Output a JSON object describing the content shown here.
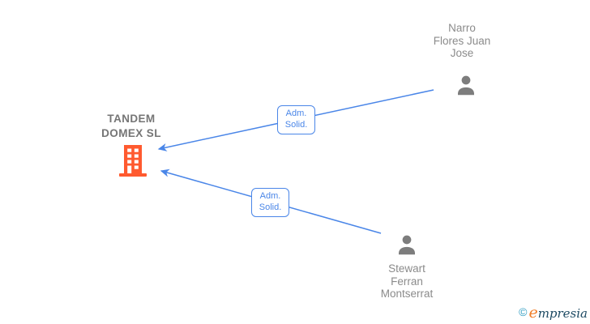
{
  "colors": {
    "background": "#ffffff",
    "edge_blue": "#4a86e8",
    "label_blue": "#4a86e8",
    "building_orange": "#ff5a2f",
    "person_gray": "#7d7d7d",
    "company_text_gray": "#757575",
    "person_text_gray": "#8b8b8b",
    "logo_copyright_blue": "#2d9bc1",
    "logo_e_orange": "#f07d28",
    "logo_text_navy": "#1d4a63"
  },
  "company": {
    "name_lines": [
      "TANDEM",
      "DOMEX SL"
    ]
  },
  "people": [
    {
      "name_lines": [
        "Narro",
        "Flores Juan",
        "Jose"
      ]
    },
    {
      "name_lines": [
        "Stewart",
        "Ferran",
        "Montserrat"
      ]
    }
  ],
  "edges": [
    {
      "label_lines": [
        "Adm.",
        "Solid."
      ],
      "from": "Narro Flores Juan Jose",
      "to": "TANDEM DOMEX SL"
    },
    {
      "label_lines": [
        "Adm.",
        "Solid."
      ],
      "from": "Stewart Ferran Montserrat",
      "to": "TANDEM DOMEX SL"
    }
  ],
  "branding": {
    "copyright_symbol": "©",
    "logo_first_letter": "e",
    "logo_rest": "mpresia"
  }
}
